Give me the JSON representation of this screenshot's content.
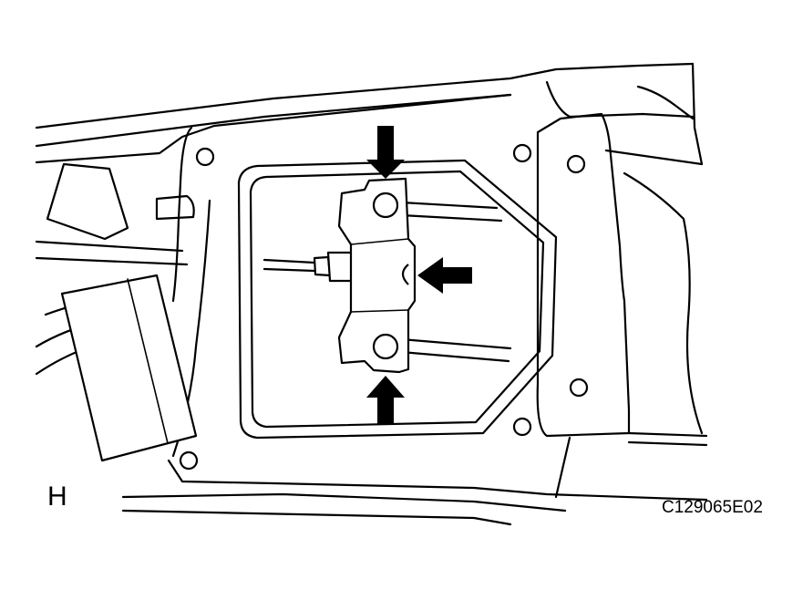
{
  "diagram": {
    "view_letter": "H",
    "figure_code": "C129065E02",
    "arrow_count": 3,
    "line_color": "#000000",
    "background_color": "#ffffff"
  }
}
